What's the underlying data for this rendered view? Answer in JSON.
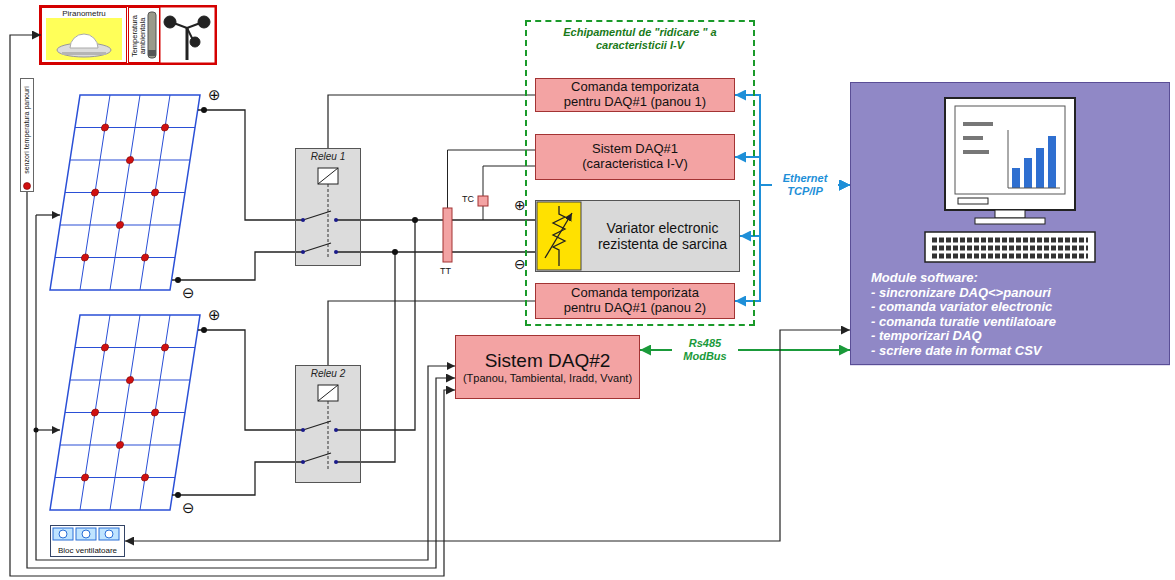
{
  "diagram": {
    "nodes": [
      {
        "text": [
          "Piranometru"
        ]
      },
      {
        "text": [
          "Temperatura ambientala"
        ]
      },
      {
        "text": [
          "Releu 1"
        ]
      },
      {
        "text": [
          "Releu 2"
        ]
      },
      {
        "text": [
          "Echipamentul de \"ridicare \" a caracteristicii I-V"
        ]
      },
      {
        "text": [
          "Comanda temporizata pentru DAQ#1 (panou 1)"
        ],
        "in": 4
      },
      {
        "text": [
          "Sistem DAQ#1 (caracteristica I-V)"
        ],
        "in": 4
      },
      {
        "text": [
          "Variator electronic rezistenta de sarcina"
        ],
        "in": 4
      },
      {
        "text": [
          "Comanda temporizata pentru DAQ#1 (panou 2)"
        ],
        "in": 4
      },
      {
        "text": [
          "Sistem DAQ#2",
          "(Tpanou, Tambiental, Iradd, Vvant)"
        ]
      },
      {
        "text": [
          "Module software:",
          "- sincronizare DAQ<>panouri",
          "- comanda variator electronic",
          "- comanda turatie ventilatoare",
          "- temporizari DAQ",
          "- scriere date in format CSV"
        ]
      },
      {
        "text": [
          "Bloc ventilatoare"
        ]
      },
      {
        "text": [
          "senzori temperatura panouri"
        ]
      }
    ],
    "edges": [
      {
        "from": 2,
        "to": 5,
        "arrow": "none"
      },
      {
        "from": 3,
        "to": 8,
        "arrow": "none"
      },
      {
        "from": 10,
        "to": 5,
        "arrow": "both",
        "label": "Ethernet TCP/IP"
      },
      {
        "from": 10,
        "to": 6,
        "arrow": "both"
      },
      {
        "from": 10,
        "to": 7,
        "arrow": "both"
      },
      {
        "from": 10,
        "to": 8,
        "arrow": "both"
      },
      {
        "from": 9,
        "to": 10,
        "arrow": "both",
        "label": "Rs485 ModBus"
      },
      {
        "from": 10,
        "to": 11,
        "arrow": "both"
      },
      {
        "from": 0,
        "to": 9,
        "arrow": "both"
      },
      {
        "from": 12,
        "to": 9,
        "arrow": "to"
      }
    ],
    "labels": [
      "⊕",
      "⊖",
      "⊕",
      "⊖",
      "⊕",
      "⊖",
      "TT",
      "TC"
    ]
  }
}
